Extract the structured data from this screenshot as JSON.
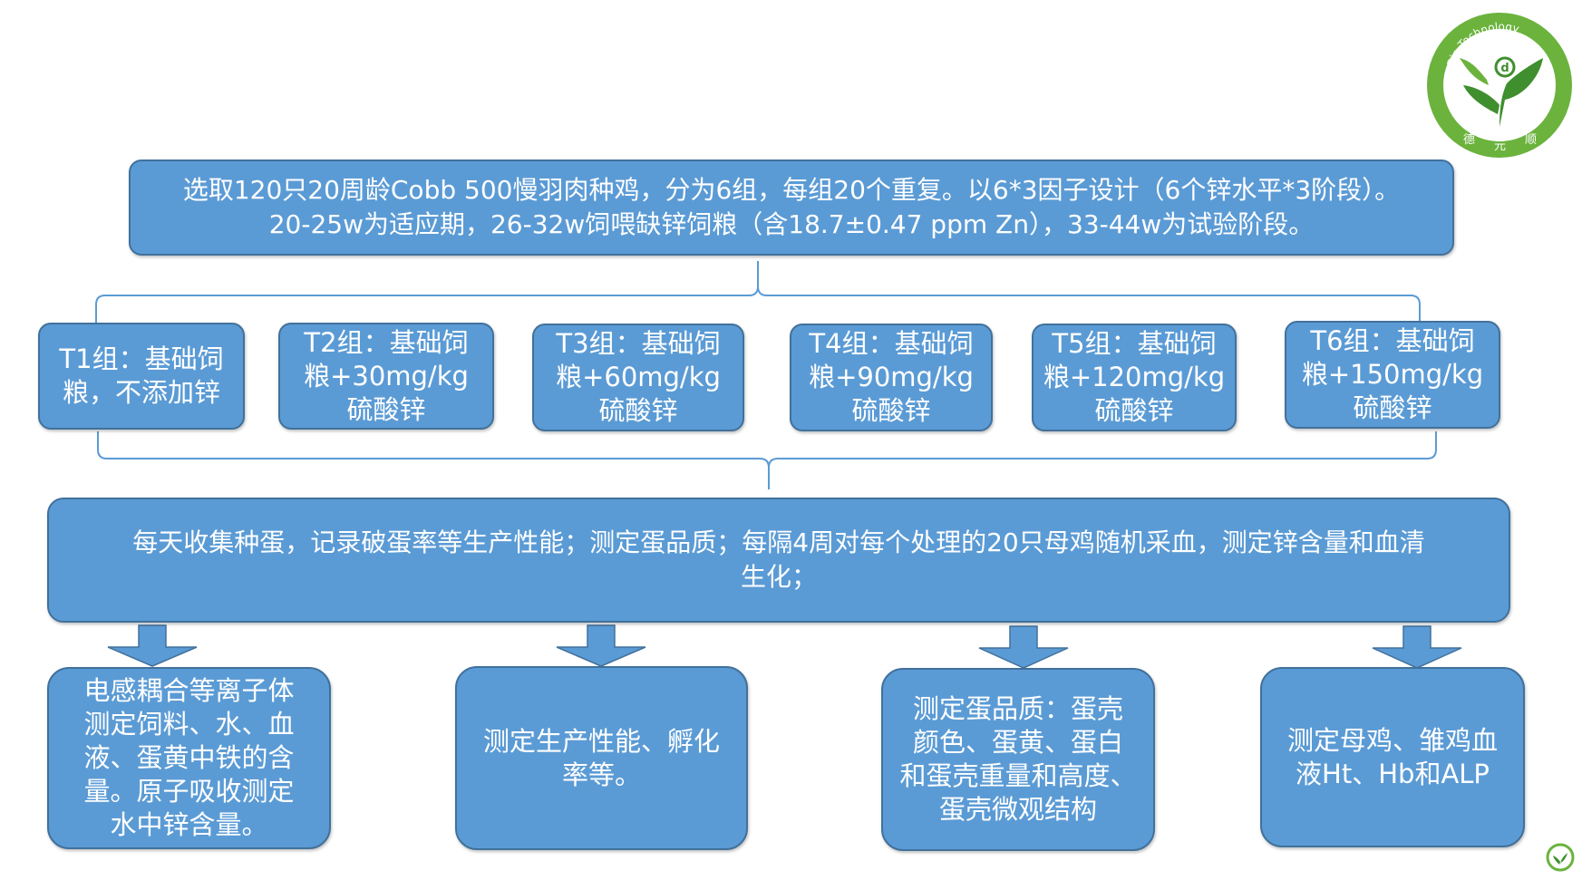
{
  "logo": {
    "arc_text": "Bio-Technology",
    "letter": "d",
    "chinese_chars": [
      "德",
      "元",
      "顺"
    ],
    "colors": {
      "ring": "#6bb33d",
      "leaf": "#3f8f2e",
      "bg": "#ffffff"
    }
  },
  "top_box": {
    "line1": "选取120只20周龄Cobb 500慢羽肉种鸡，分为6组，每组20个重复。以6*3因子设计（6个锌水平*3阶段）。",
    "line2": "20-25w为适应期，26-32w饲喂缺锌饲粮（含18.7±0.47 ppm Zn），33-44w为试验阶段。"
  },
  "groups": [
    {
      "line1": "T1组：基础饲",
      "line2": "粮，不添加锌",
      "line3": ""
    },
    {
      "line1": "T2组：基础饲",
      "line2": "粮+30mg/kg",
      "line3": "硫酸锌"
    },
    {
      "line1": "T3组：基础饲",
      "line2": "粮+60mg/kg",
      "line3": "硫酸锌"
    },
    {
      "line1": "T4组：基础饲",
      "line2": "粮+90mg/kg",
      "line3": "硫酸锌"
    },
    {
      "line1": "T5组：基础饲",
      "line2": "粮+120mg/kg",
      "line3": "硫酸锌"
    },
    {
      "line1": "T6组：基础饲",
      "line2": "粮+150mg/kg",
      "line3": "硫酸锌"
    }
  ],
  "mid_box": {
    "line1": "每天收集种蛋，记录破蛋率等生产性能；测定蛋品质；每隔4周对每个处理的20只母鸡随机采血，测定锌含量和血清",
    "line2": "生化；"
  },
  "bottom_boxes": [
    {
      "lines": [
        "电感耦合等离子体",
        "测定饲料、水、血",
        "液、蛋黄中铁的含",
        "量。原子吸收测定",
        "水中锌含量。"
      ]
    },
    {
      "lines": [
        "测定生产性能、孵化",
        "率等。"
      ]
    },
    {
      "lines": [
        "测定蛋品质：蛋壳",
        "颜色、蛋黄、蛋白",
        "和蛋壳重量和高度、",
        "蛋壳微观结构"
      ]
    },
    {
      "lines": [
        "测定母鸡、雏鸡血",
        "液Ht、Hb和ALP"
      ]
    }
  ],
  "colors": {
    "box_fill": "#5b9bd5",
    "box_border": "#41719c",
    "bracket": "#5b9bd5",
    "text": "#ffffff"
  }
}
